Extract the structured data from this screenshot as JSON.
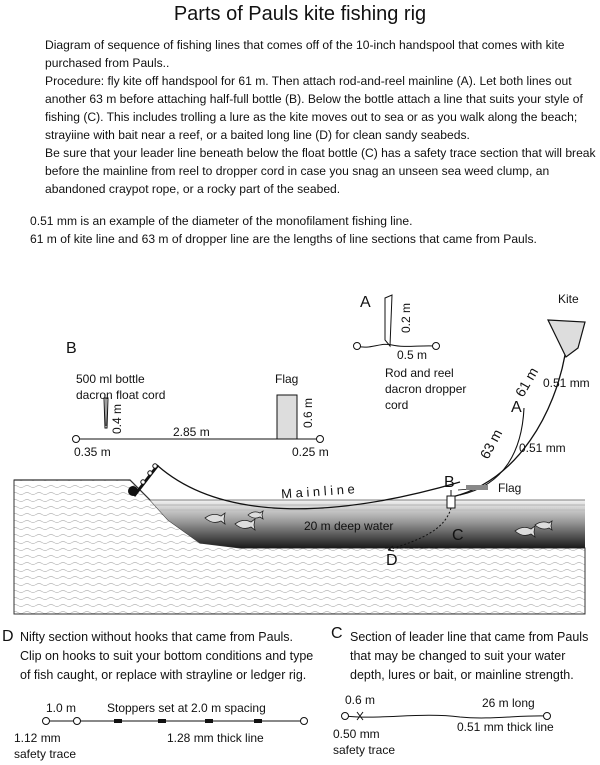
{
  "title": "Parts of Pauls kite fishing rig",
  "intro": [
    "Diagram of sequence of fishing lines that comes off of the 10-inch handspool that comes with kite purchased from Pauls..",
    "Procedure: fly kite off handspool for 61 m.  Then attach rod-and-reel mainline (A).  Let both lines out another 63 m before attaching half-full bottle (B).  Below the bottle attach a line that suits your style of fishing (C).  This includes trolling a lure as the kite moves out to sea or as you walk along the beach;  strayiine with bait near a reef, or a baited long line (D) for clean sandy seabeds.",
    "Be sure that your leader line beneath below the float bottle (C) has a safety trace section that will break before the mainline from reel to dropper cord in case you snag an unseen sea weed clump, an abandoned craypot rope, or a rocky part of the seabed."
  ],
  "notes": [
    "0.51 mm is an example of the diameter of the monofilament fishing line.",
    "61 m of kite line and 63 m of dropper line  are the lengths of line sections that came from Pauls."
  ],
  "diagram": {
    "kite": "Kite",
    "letter_a_top": "A",
    "a_height": "0.2 m",
    "a_length": "0.5 m",
    "a_caption_1": "Rod and reel",
    "a_caption_2": "dacron dropper",
    "a_caption_3": "cord",
    "letter_b_left": "B",
    "b_caption_1": "500 ml bottle",
    "b_caption_2": "dacron float cord",
    "b_flag": "Flag",
    "b_height_left": "0.4 m",
    "b_height_right": "0.6 m",
    "b_span": "2.85 m",
    "b_left_len": "0.35 m",
    "b_right_len": "0.25 m",
    "kite_line_len": "61 m",
    "kite_line_dia": "0.51 mm",
    "letter_a_right": "A",
    "dropper_len": "63 m",
    "dropper_dia": "0.51 mm",
    "letter_b_right": "B",
    "flag_right": "Flag",
    "mainline": "M a i n l i n e",
    "letter_c_mid": "C",
    "water_label": "20 m deep water",
    "letter_d_mid": "D",
    "d_letter": "D",
    "d_text_1": "Nifty section without hooks that came from Pauls.",
    "d_text_2": "Clip on hooks to suit your bottom conditions and type",
    "d_text_3": "of fish caught, or replace with strayline or ledger rig.",
    "d_len_1": "1.0 m",
    "d_stoppers": "Stoppers set at 2.0 m spacing",
    "d_dia_1": "1.12 mm",
    "d_safety": "safety trace",
    "d_dia_2": "1.28 mm thick line",
    "c_letter": "C",
    "c_text_1": "Section of leader line that came from Pauls",
    "c_text_2": "that  may be changed to suit your water",
    "c_text_3": "depth, lures or bait, or mainline strength.",
    "c_len_1": "0.6 m",
    "c_len_2": "26  m   long",
    "c_dia_1": "0.50 mm",
    "c_safety": "safety trace",
    "c_dia_2": "0.51 mm thick line"
  }
}
